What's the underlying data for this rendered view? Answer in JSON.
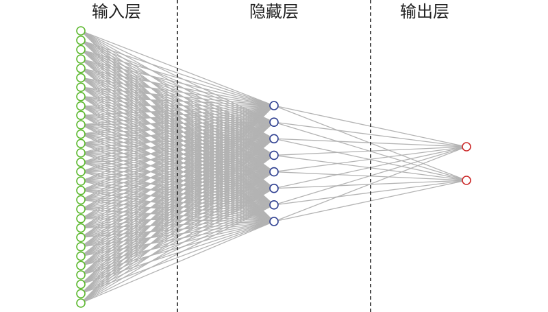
{
  "layers": [
    {
      "title": "输入层",
      "node_count": 30,
      "color": "#5cb82e"
    },
    {
      "title": "隐藏层",
      "node_count": 8,
      "color": "#2e3f91"
    },
    {
      "title": "输出层",
      "node_count": 2,
      "color": "#cc2a2a"
    }
  ],
  "edge_color": "#b3b3b3",
  "divider_color": "#222222"
}
